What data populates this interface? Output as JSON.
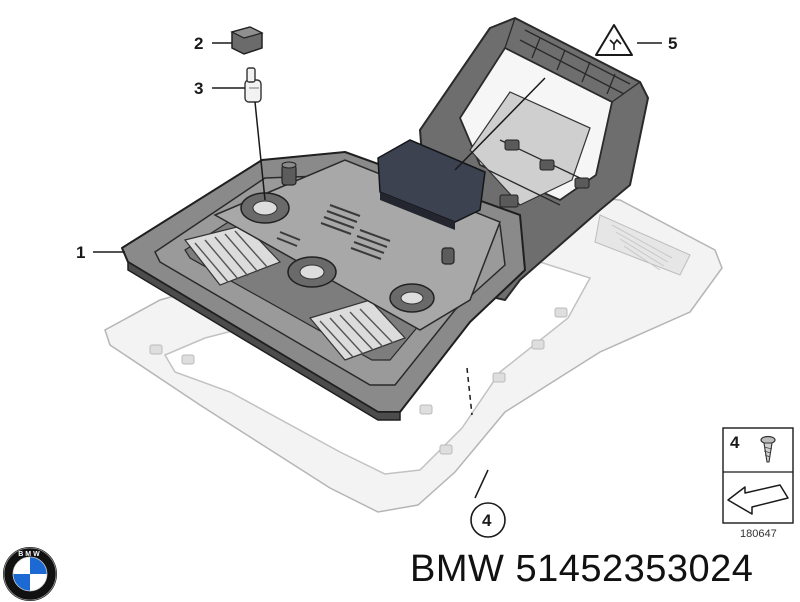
{
  "diagram": {
    "callouts": [
      {
        "id": "1",
        "label": "1"
      },
      {
        "id": "2",
        "label": "2"
      },
      {
        "id": "3",
        "label": "3"
      },
      {
        "id": "4",
        "label": "4"
      },
      {
        "id": "5",
        "label": "5"
      }
    ],
    "inset": {
      "label": "4",
      "ref_number": "180647"
    },
    "warning_icon": "electrical-warning-icon"
  },
  "logo": {
    "letters": "BMW",
    "colors": {
      "ring": "#111111",
      "blue": "#1c69d4",
      "white": "#ffffff"
    }
  },
  "footer": {
    "brand": "BMW",
    "part_number": "51452353024"
  }
}
